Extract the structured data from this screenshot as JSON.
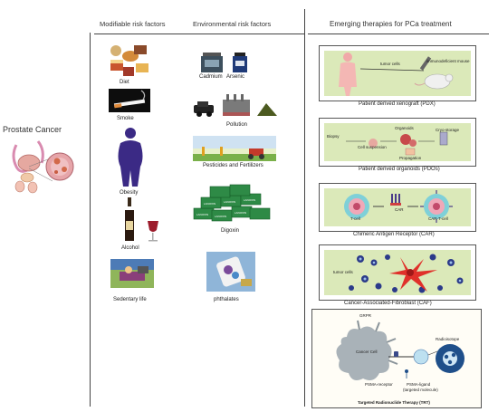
{
  "headers": {
    "modifiable": "Modifiable risk factors",
    "environmental": "Environmental risk factors",
    "emerging": "Emerging therapies for PCa treatment"
  },
  "center": {
    "title": "Prostate Cancer"
  },
  "modifiable_items": [
    {
      "label": "Diet"
    },
    {
      "label": "Smoke"
    },
    {
      "label": "Obesity"
    },
    {
      "label": "Alcohol"
    },
    {
      "label": "Sedentary life"
    }
  ],
  "environmental_items": {
    "cadmium": "Cadmium",
    "arsenic": "Arsenic",
    "pollution": "Pollution",
    "pesticides": "Pesticides and Fertilizers",
    "digoxin": "Digoxin",
    "phthalates": "phthalates"
  },
  "therapies": {
    "pdx": {
      "caption": "Patient derived xenograft (PDX)",
      "tumor_cells": "tumor cells",
      "mouse": "immunodeficient mouse"
    },
    "pdo": {
      "caption": "Patient derived organoids (PDOs)",
      "biopsy": "Biopsy",
      "organoids": "Organoids",
      "cryo": "Cryo-storage",
      "suspension": "Cell suspension",
      "propagation": "Propagation"
    },
    "car": {
      "caption": "Chimeric Antigen Receptor (CAR)",
      "tcell": "T-cell",
      "car": "CAR",
      "cart": "CAR-T-cell"
    },
    "caf": {
      "caption": "Cancer-Associated-Fibroblast (CAF)",
      "tumor_cells": "tumor cells"
    },
    "trt": {
      "caption": "Targeted Radionuclide Therapy (TRT)",
      "grpr": "GRPR",
      "cancer_cell": "Cancer Cell",
      "radioisotope": "Radioisotope",
      "psma_receptor": "PSMA-receptor",
      "psma_ligand": "PSMA-ligand",
      "targeted": "(targeted molecule)"
    }
  },
  "colors": {
    "panel_green": "#dbe9b9",
    "obesity_purple": "#3b2a85",
    "cancer_gray": "#a9b2b8",
    "caf_red": "#e0302a"
  }
}
